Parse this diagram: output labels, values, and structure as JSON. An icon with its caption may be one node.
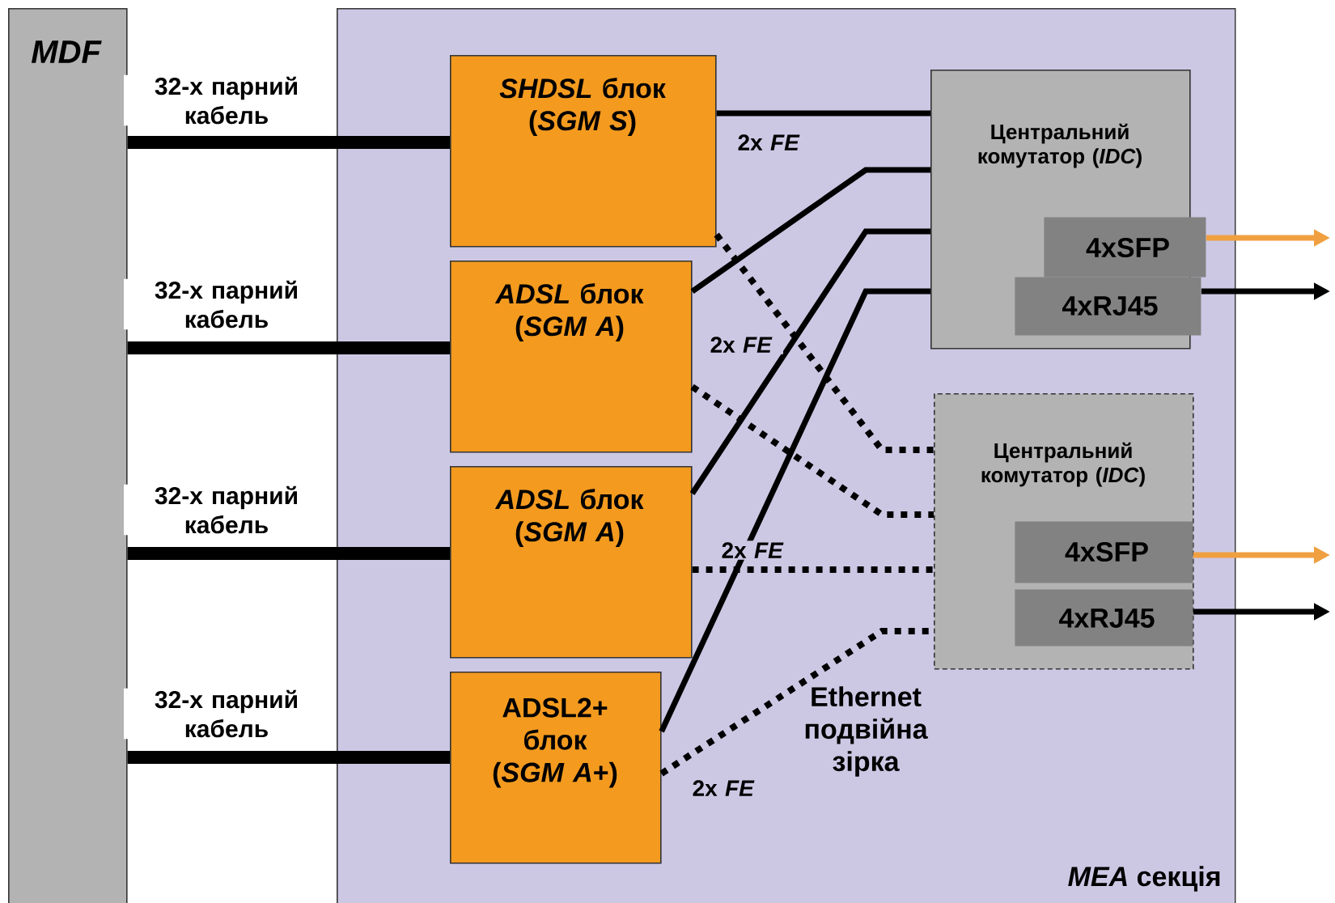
{
  "diagram": {
    "nodes": [
      {
        "text": [
          "*MDF*"
        ]
      },
      {
        "text": [
          "*MEA* секція"
        ]
      },
      {
        "text": [
          "*SHDSL* блок (*SGM S*)"
        ],
        "in": 1
      },
      {
        "text": [
          "*ADSL* блок (*SGM A*)"
        ],
        "in": 1
      },
      {
        "text": [
          "*ADSL* блок (*SGM A*)"
        ],
        "in": 1
      },
      {
        "text": [
          "ADSL2+ блок (*SGM A*+)"
        ],
        "in": 1
      },
      {
        "text": [
          "Центральний комутатор (*IDC*)"
        ],
        "in": 1
      },
      {
        "text": [
          "4xSFP"
        ],
        "in": 1
      },
      {
        "text": [
          "4xRJ45"
        ],
        "in": 1
      },
      {
        "text": [
          "Центральний комутатор (*IDC*)"
        ],
        "in": 1
      },
      {
        "text": [
          "4xSFP"
        ],
        "in": 9
      },
      {
        "text": [
          "4xRJ45"
        ],
        "in": 9
      }
    ],
    "edges": [
      {
        "from": 0,
        "to": 2,
        "arrow": "none",
        "style": "thick",
        "label": "32-х парний кабель"
      },
      {
        "from": 0,
        "to": 3,
        "arrow": "none",
        "style": "thick",
        "label": "32-х парний кабель"
      },
      {
        "from": 0,
        "to": 4,
        "arrow": "none",
        "style": "thick",
        "label": "32-х парний кабель"
      },
      {
        "from": 0,
        "to": 5,
        "arrow": "none",
        "style": "thick",
        "label": "32-х парний кабель"
      },
      {
        "from": 2,
        "to": 6,
        "arrow": "none",
        "label": "2x *FE*"
      },
      {
        "from": 3,
        "to": 6,
        "arrow": "none"
      },
      {
        "from": 4,
        "to": 6,
        "arrow": "none",
        "label": "2x *FE*"
      },
      {
        "from": 5,
        "to": 6,
        "arrow": "none"
      },
      {
        "from": 2,
        "to": 9,
        "arrow": "none",
        "style": "dashed"
      },
      {
        "from": 3,
        "to": 9,
        "arrow": "none",
        "style": "dashed"
      },
      {
        "from": 4,
        "to": 9,
        "arrow": "none",
        "style": "dashed",
        "label": "2x *FE*"
      },
      {
        "from": 5,
        "to": 9,
        "arrow": "none",
        "style": "dashed",
        "label": "2x *FE*"
      },
      {
        "from": 7,
        "to": null,
        "arrow": "to",
        "color": "#f0a040"
      },
      {
        "from": 8,
        "to": null,
        "arrow": "to"
      },
      {
        "from": 10,
        "to": null,
        "arrow": "to",
        "color": "#f0a040"
      },
      {
        "from": 11,
        "to": null,
        "arrow": "to"
      }
    ],
    "labels": [
      "Ethernet подвійна зірка"
    ]
  }
}
